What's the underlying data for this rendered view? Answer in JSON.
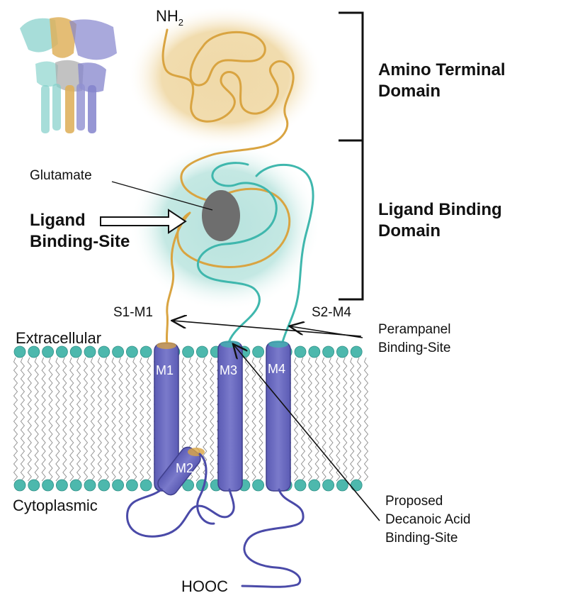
{
  "labels": {
    "nh2": "NH",
    "nh2_sub": "2",
    "amino_terminal_1": "Amino Terminal",
    "amino_terminal_2": "Domain",
    "glutamate": "Glutamate",
    "ligand_site_1": "Ligand",
    "ligand_site_2": "Binding-Site",
    "ligand_domain_1": "Ligand Binding",
    "ligand_domain_2": "Domain",
    "s1m1": "S1-M1",
    "s2m4": "S2-M4",
    "perampanel_1": "Perampanel",
    "perampanel_2": "Binding-Site",
    "extracellular": "Extracellular",
    "cytoplasmic": "Cytoplasmic",
    "m1": "M1",
    "m2": "M2",
    "m3": "M3",
    "m4": "M4",
    "decanoic_1": "Proposed",
    "decanoic_2": "Decanoic Acid",
    "decanoic_3": "Binding-Site",
    "hooc": "HOOC"
  },
  "colors": {
    "amino_domain": "#d9a441",
    "ligand_domain": "#3fb7ad",
    "transmembrane": "#6f6fc4",
    "membrane_head": "#4db8ad",
    "glutamate": "#6e6e6e",
    "c_tail": "#4a4aa8"
  }
}
